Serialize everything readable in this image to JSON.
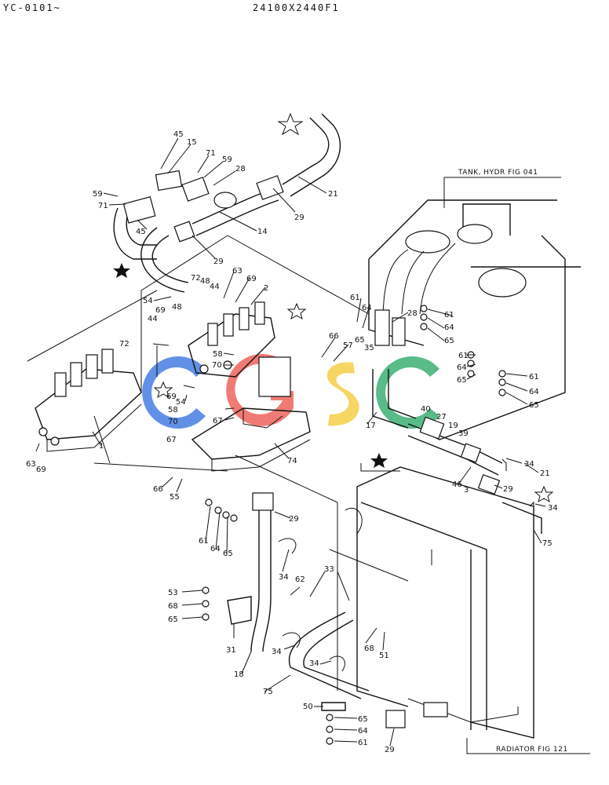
{
  "header": {
    "left_code": "YC-0101~",
    "drawing_number": "24100X2440F1"
  },
  "refs": {
    "tank": "TANK, HYDR  FIG 041",
    "radiator": "RADIATOR  FIG 121"
  },
  "watermark": {
    "text": "CGSC",
    "colors": [
      "#3b74e0",
      "#ec5a52",
      "#f3cc3a",
      "#2faa6a"
    ]
  },
  "callouts": [
    {
      "id": "c01",
      "text": "45"
    },
    {
      "id": "c02",
      "text": "15"
    },
    {
      "id": "c03",
      "text": "71"
    },
    {
      "id": "c04",
      "text": "59"
    },
    {
      "id": "c05",
      "text": "28"
    },
    {
      "id": "c06",
      "text": "21"
    },
    {
      "id": "c07",
      "text": "59"
    },
    {
      "id": "c08",
      "text": "71"
    },
    {
      "id": "c09",
      "text": "29"
    },
    {
      "id": "c10",
      "text": "14"
    },
    {
      "id": "c11",
      "text": "45"
    },
    {
      "id": "c12",
      "text": "29"
    },
    {
      "id": "c13",
      "text": "72"
    },
    {
      "id": "c14",
      "text": "48"
    },
    {
      "id": "c15",
      "text": "44"
    },
    {
      "id": "c16",
      "text": "63"
    },
    {
      "id": "c17",
      "text": "69"
    },
    {
      "id": "c18",
      "text": "2"
    },
    {
      "id": "c19",
      "text": "54"
    },
    {
      "id": "c20",
      "text": "69"
    },
    {
      "id": "c21",
      "text": "48"
    },
    {
      "id": "c22",
      "text": "44"
    },
    {
      "id": "c23",
      "text": "72"
    },
    {
      "id": "c24",
      "text": "61"
    },
    {
      "id": "c25",
      "text": "64"
    },
    {
      "id": "c26",
      "text": "28"
    },
    {
      "id": "c27",
      "text": "61"
    },
    {
      "id": "c28",
      "text": "64"
    },
    {
      "id": "c29",
      "text": "65"
    },
    {
      "id": "c30",
      "text": "66"
    },
    {
      "id": "c31",
      "text": "57"
    },
    {
      "id": "c32",
      "text": "65"
    },
    {
      "id": "c33",
      "text": "35"
    },
    {
      "id": "c34",
      "text": "61"
    },
    {
      "id": "c35",
      "text": "64"
    },
    {
      "id": "c36",
      "text": "65"
    },
    {
      "id": "c37",
      "text": "61"
    },
    {
      "id": "c38",
      "text": "64"
    },
    {
      "id": "c39",
      "text": "65"
    },
    {
      "id": "c40",
      "text": "69"
    },
    {
      "id": "c41",
      "text": "54"
    },
    {
      "id": "c42",
      "text": "58"
    },
    {
      "id": "c43",
      "text": "58"
    },
    {
      "id": "c44",
      "text": "70"
    },
    {
      "id": "c45",
      "text": "70"
    },
    {
      "id": "c46",
      "text": "67"
    },
    {
      "id": "c47",
      "text": "67"
    },
    {
      "id": "c48",
      "text": "1"
    },
    {
      "id": "c49",
      "text": "63"
    },
    {
      "id": "c50",
      "text": "69"
    },
    {
      "id": "c51",
      "text": "74"
    },
    {
      "id": "c52",
      "text": "17"
    },
    {
      "id": "c53",
      "text": "40"
    },
    {
      "id": "c54",
      "text": "27"
    },
    {
      "id": "c55",
      "text": "19"
    },
    {
      "id": "c56",
      "text": "39"
    },
    {
      "id": "c57",
      "text": "34"
    },
    {
      "id": "c58",
      "text": "21"
    },
    {
      "id": "c59",
      "text": "46"
    },
    {
      "id": "c60",
      "text": "3"
    },
    {
      "id": "c61",
      "text": "29"
    },
    {
      "id": "c62",
      "text": "34"
    },
    {
      "id": "c63",
      "text": "75"
    },
    {
      "id": "c64",
      "text": "66"
    },
    {
      "id": "c65",
      "text": "55"
    },
    {
      "id": "c66",
      "text": "29"
    },
    {
      "id": "c67",
      "text": "61"
    },
    {
      "id": "c68",
      "text": "64"
    },
    {
      "id": "c69",
      "text": "65"
    },
    {
      "id": "c70",
      "text": "34"
    },
    {
      "id": "c71",
      "text": "62"
    },
    {
      "id": "c72",
      "text": "33"
    },
    {
      "id": "c73",
      "text": "53"
    },
    {
      "id": "c74",
      "text": "68"
    },
    {
      "id": "c75",
      "text": "65"
    },
    {
      "id": "c76",
      "text": "31"
    },
    {
      "id": "c77",
      "text": "34"
    },
    {
      "id": "c78",
      "text": "68"
    },
    {
      "id": "c79",
      "text": "51"
    },
    {
      "id": "c80",
      "text": "18"
    },
    {
      "id": "c81",
      "text": "34"
    },
    {
      "id": "c82",
      "text": "75"
    },
    {
      "id": "c83",
      "text": "50"
    },
    {
      "id": "c84",
      "text": "65"
    },
    {
      "id": "c85",
      "text": "64"
    },
    {
      "id": "c86",
      "text": "61"
    },
    {
      "id": "c87",
      "text": "29"
    }
  ]
}
